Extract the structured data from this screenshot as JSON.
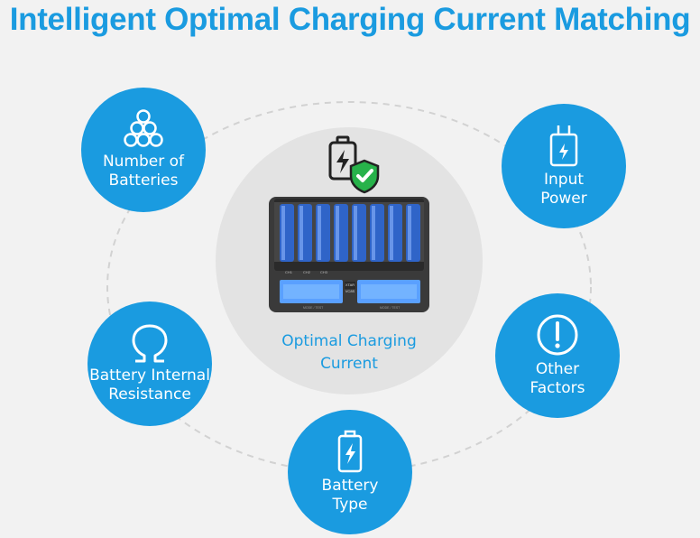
{
  "title": "Intelligent Optimal Charging Current Matching",
  "colors": {
    "accent": "#1a9be0",
    "disc": "#e3e3e3",
    "check": "#27b24a"
  },
  "center": {
    "label": "Optimal Charging\nCurrent",
    "icon": "battery-shield-check-icon"
  },
  "charger": {
    "brand": "XTAR",
    "model": "VC8S",
    "channels": [
      "CH1",
      "CH2",
      "CH3"
    ],
    "buttons": [
      "MODE / TEST",
      "MODE / TEST"
    ]
  },
  "factors": [
    {
      "id": "number-of-batteries",
      "label": "Number of\nBatteries",
      "icon": "cells-stack-icon"
    },
    {
      "id": "input-power",
      "label": "Input\nPower",
      "icon": "power-adapter-icon"
    },
    {
      "id": "battery-internal-resistance",
      "label": "Battery Internal\nResistance",
      "icon": "omega-icon"
    },
    {
      "id": "other-factors",
      "label": "Other\nFactors",
      "icon": "exclamation-circle-icon"
    },
    {
      "id": "battery-type",
      "label": "Battery\nType",
      "icon": "battery-bolt-icon"
    }
  ]
}
